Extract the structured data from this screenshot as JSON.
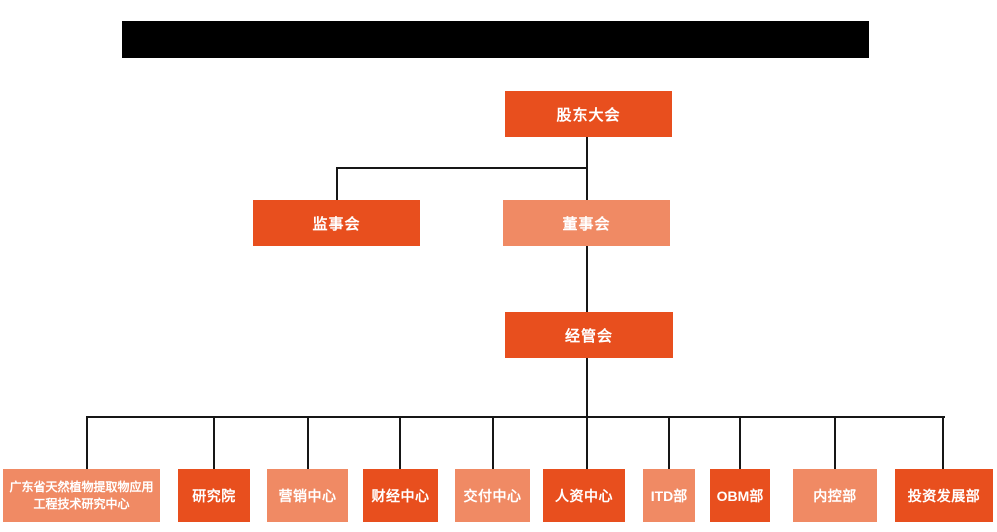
{
  "colors": {
    "node_dark_orange": "#e84f1e",
    "node_light_orange": "#f08a64",
    "connector_black": "#161616",
    "node_text_white": "#ffffff",
    "redaction_black": "#000000",
    "page_background": "#ffffff"
  },
  "org_chart": {
    "root": {
      "label": "股东大会",
      "tone": "dark"
    },
    "level2": [
      {
        "label": "监事会",
        "tone": "dark"
      },
      {
        "label": "董事会",
        "tone": "light"
      }
    ],
    "level3": {
      "label": "经管会",
      "tone": "dark"
    },
    "departments": [
      {
        "label": "广东省天然植物提取物应用工程技术研究中心",
        "tone": "light"
      },
      {
        "label": "研究院",
        "tone": "dark"
      },
      {
        "label": "营销中心",
        "tone": "light"
      },
      {
        "label": "财经中心",
        "tone": "dark"
      },
      {
        "label": "交付中心",
        "tone": "light"
      },
      {
        "label": "人资中心",
        "tone": "dark"
      },
      {
        "label": "ITD部",
        "tone": "light"
      },
      {
        "label": "OBM部",
        "tone": "dark"
      },
      {
        "label": "内控部",
        "tone": "light"
      },
      {
        "label": "投资发展部",
        "tone": "dark"
      }
    ]
  }
}
